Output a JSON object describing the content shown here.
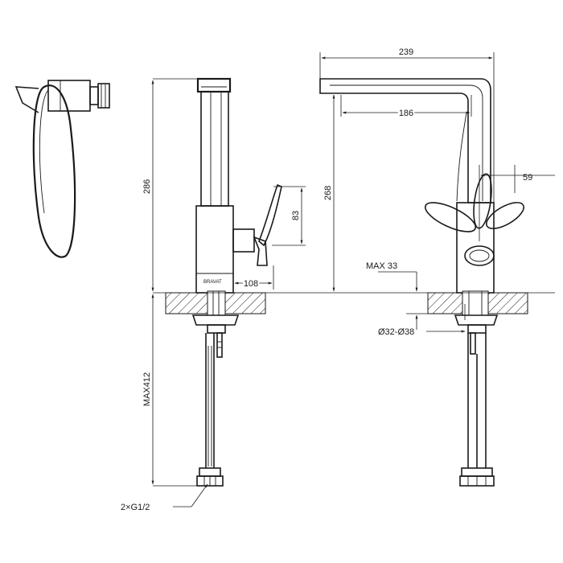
{
  "dimensions": {
    "total_width": "239",
    "spout_reach": "186",
    "lever_offset": "59",
    "total_height": "286",
    "spout_height": "268",
    "lever_height": "83",
    "lever_projection": "108",
    "max_deck_thickness": "MAX 33",
    "hole_diameter": "Ø32-Ø38",
    "hose_length": "MAX412",
    "connection": "2×G1/2"
  },
  "brand_mark": "BRAVAT",
  "colors": {
    "ink": "#1a1a1a",
    "background": "#ffffff"
  }
}
